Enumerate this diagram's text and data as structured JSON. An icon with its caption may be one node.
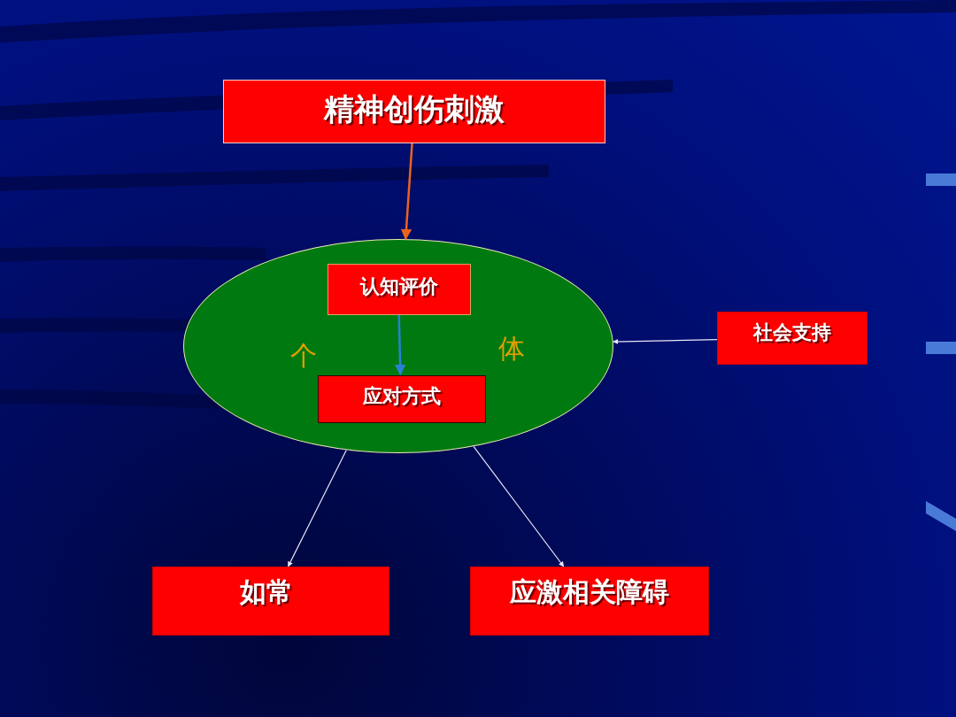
{
  "diagram": {
    "nodes": [
      {
        "text": [
          "精神创伤刺激"
        ]
      },
      {
        "text": [
          "个",
          "体"
        ]
      },
      {
        "text": [
          "认知评价"
        ],
        "in": 1
      },
      {
        "text": [
          "应对方式"
        ],
        "in": 1
      },
      {
        "text": [
          "社会支持"
        ]
      },
      {
        "text": [
          "如常"
        ]
      },
      {
        "text": [
          "应激相关障碍"
        ]
      }
    ],
    "edges": [
      {
        "from": 0,
        "to": 1,
        "arrow": "to",
        "color": "#e8641e"
      },
      {
        "from": 2,
        "to": 3,
        "arrow": "to",
        "color": "#2a7fd4"
      },
      {
        "from": 4,
        "to": 1,
        "arrow": "to"
      },
      {
        "from": 1,
        "to": 5,
        "arrow": "to"
      },
      {
        "from": 1,
        "to": 6,
        "arrow": "to"
      }
    ]
  }
}
